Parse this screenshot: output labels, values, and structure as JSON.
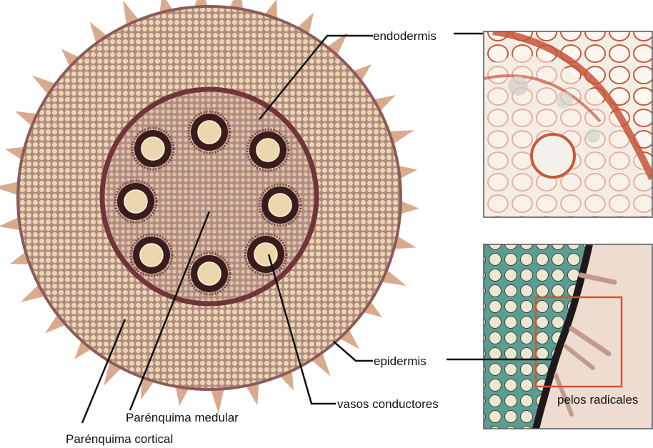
{
  "labels": {
    "endodermis": "endodermis",
    "epidermis": "epidermis",
    "vasos_conductores": "vasos conductores",
    "parenquima_medular": "Parénquima medular",
    "parenquima_cortical": "Parénquima cortical",
    "pelos_radicales": "pelos radicales"
  },
  "colors": {
    "cortex_fill": "#b99184",
    "cortex_cells": "#e7d2ae",
    "endodermis_ring": "#7a3b40",
    "pith_fill": "#b79184",
    "bundle_dark": "#3a1d1e",
    "bundle_light": "#e8d1a8",
    "root_hairs": "#d8a98a",
    "top_inset_cell_walls": "#c45b3a",
    "bottom_inset_epidermis": "#1f1b1a",
    "bottom_inset_cortex": "#4f8f86",
    "highlight_box": "#d9532a",
    "leader_lines": "#111111"
  },
  "icons": {
    "main_section": "root-cross-section-illustration",
    "top_inset": "endodermis-micrograph",
    "bottom_inset": "epidermis-root-hairs-micrograph"
  }
}
